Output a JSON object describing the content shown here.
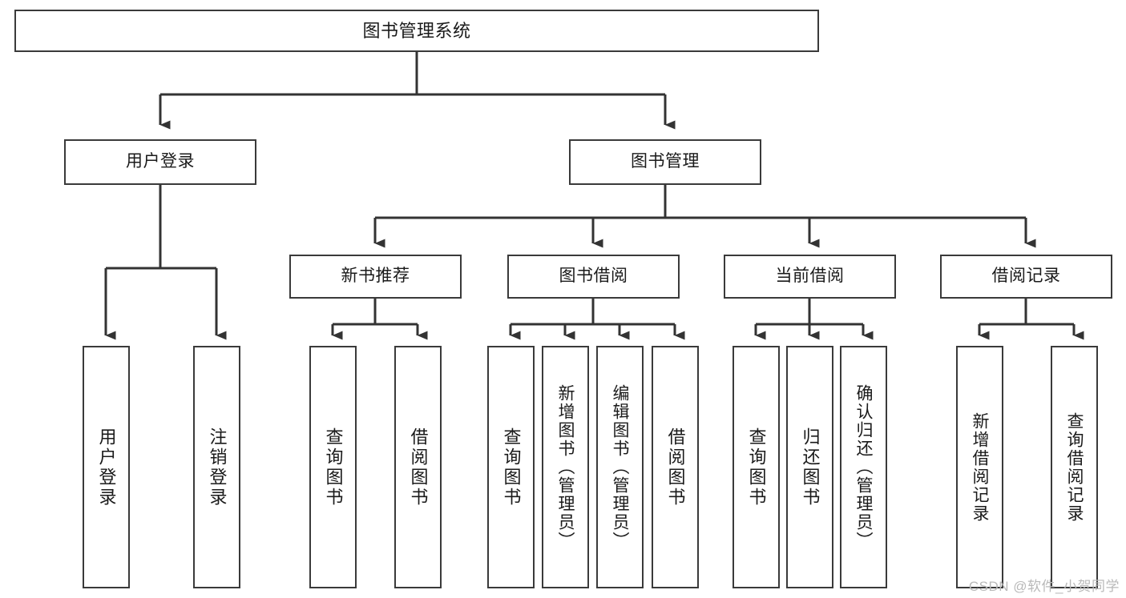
{
  "diagram": {
    "title": "图书管理系统",
    "type": "hierarchy-tree",
    "watermark": "CSDN @软件_小贺同学",
    "colors": {
      "background": "#ffffff",
      "box_border": "#3a3a3a",
      "box_fill": "#ffffff",
      "text": "#1a1a1a",
      "connector": "#333333",
      "watermark": "#b9b9b9"
    },
    "nodes": {
      "root": {
        "label": "图书管理系统"
      },
      "level2": [
        {
          "id": "user-login",
          "label": "用户登录"
        },
        {
          "id": "book-manage",
          "label": "图书管理"
        }
      ],
      "level3": [
        {
          "id": "new-book-recommend",
          "label": "新书推荐"
        },
        {
          "id": "book-borrow",
          "label": "图书借阅"
        },
        {
          "id": "current-borrow",
          "label": "当前借阅"
        },
        {
          "id": "borrow-record",
          "label": "借阅记录"
        }
      ],
      "leaves": {
        "user_login": [
          {
            "id": "leaf-user-login",
            "label": "用户登录"
          },
          {
            "id": "leaf-logout-login",
            "label": "注销登录"
          }
        ],
        "new_book_recommend": [
          {
            "id": "leaf-query-book-1",
            "label": "查询图书"
          },
          {
            "id": "leaf-borrow-book-1",
            "label": "借阅图书"
          }
        ],
        "book_borrow": [
          {
            "id": "leaf-query-book-2",
            "label": "查询图书"
          },
          {
            "id": "leaf-add-book-admin",
            "label": "新增图书（管理员）"
          },
          {
            "id": "leaf-edit-book-admin",
            "label": "编辑图书（管理员）"
          },
          {
            "id": "leaf-borrow-book-2",
            "label": "借阅图书"
          }
        ],
        "current_borrow": [
          {
            "id": "leaf-query-book-3",
            "label": "查询图书"
          },
          {
            "id": "leaf-return-book",
            "label": "归还图书"
          },
          {
            "id": "leaf-confirm-return-admin",
            "label": "确认归还（管理员）"
          }
        ],
        "borrow_record": [
          {
            "id": "leaf-add-borrow-record",
            "label": "新增借阅记录"
          },
          {
            "id": "leaf-query-borrow-record",
            "label": "查询借阅记录"
          }
        ]
      }
    }
  }
}
